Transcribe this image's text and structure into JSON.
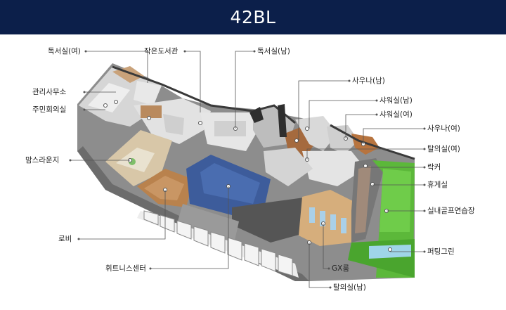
{
  "header": {
    "title": "42BL"
  },
  "labels": {
    "reading_room_f": "독서실(여)",
    "small_library": "작은도서관",
    "reading_room_m": "독서실(남)",
    "management_office": "관리사무소",
    "community_room": "주민회의실",
    "sauna_m": "사우나(남)",
    "shower_m": "샤워실(남)",
    "shower_f": "샤워실(여)",
    "sauna_f": "사우나(여)",
    "changing_f": "탈의실(여)",
    "moms_lounge": "맘스라운지",
    "locker": "락커",
    "lounge": "휴게실",
    "indoor_golf": "실내골프연습장",
    "lobby": "로비",
    "putting_green": "퍼팅그린",
    "fitness_center": "휘트니스센터",
    "gx_room": "GX룸",
    "changing_m": "탈의실(남)"
  },
  "colors": {
    "header_bg": "#0c1f4a",
    "golf_green": "#5cb83a",
    "gym_floor": "#3b5a9a",
    "wood": "#c8955a"
  }
}
